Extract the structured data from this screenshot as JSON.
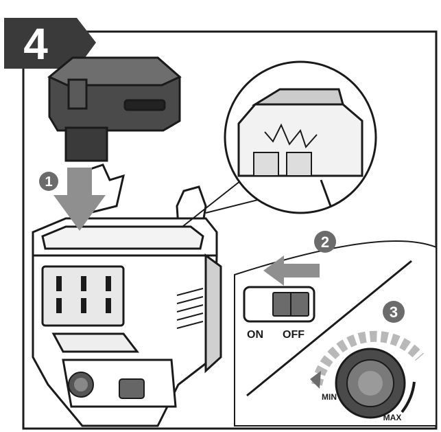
{
  "step": {
    "number": "4"
  },
  "callouts": [
    {
      "number": "1"
    },
    {
      "number": "2"
    },
    {
      "number": "3"
    }
  ],
  "switch": {
    "on_label": "ON",
    "off_label": "OFF"
  },
  "dial": {
    "min_label": "MIN",
    "max_label": "MAX"
  },
  "colors": {
    "step_badge": "#3a3a3a",
    "callout": "#6b6b6b",
    "arrow": "#8f8f8f",
    "outline": "#1a1a1a"
  },
  "icons": [
    "battery-pack",
    "battery-insert-arrow",
    "slide-left-arrow",
    "power-switch",
    "speed-dial"
  ]
}
